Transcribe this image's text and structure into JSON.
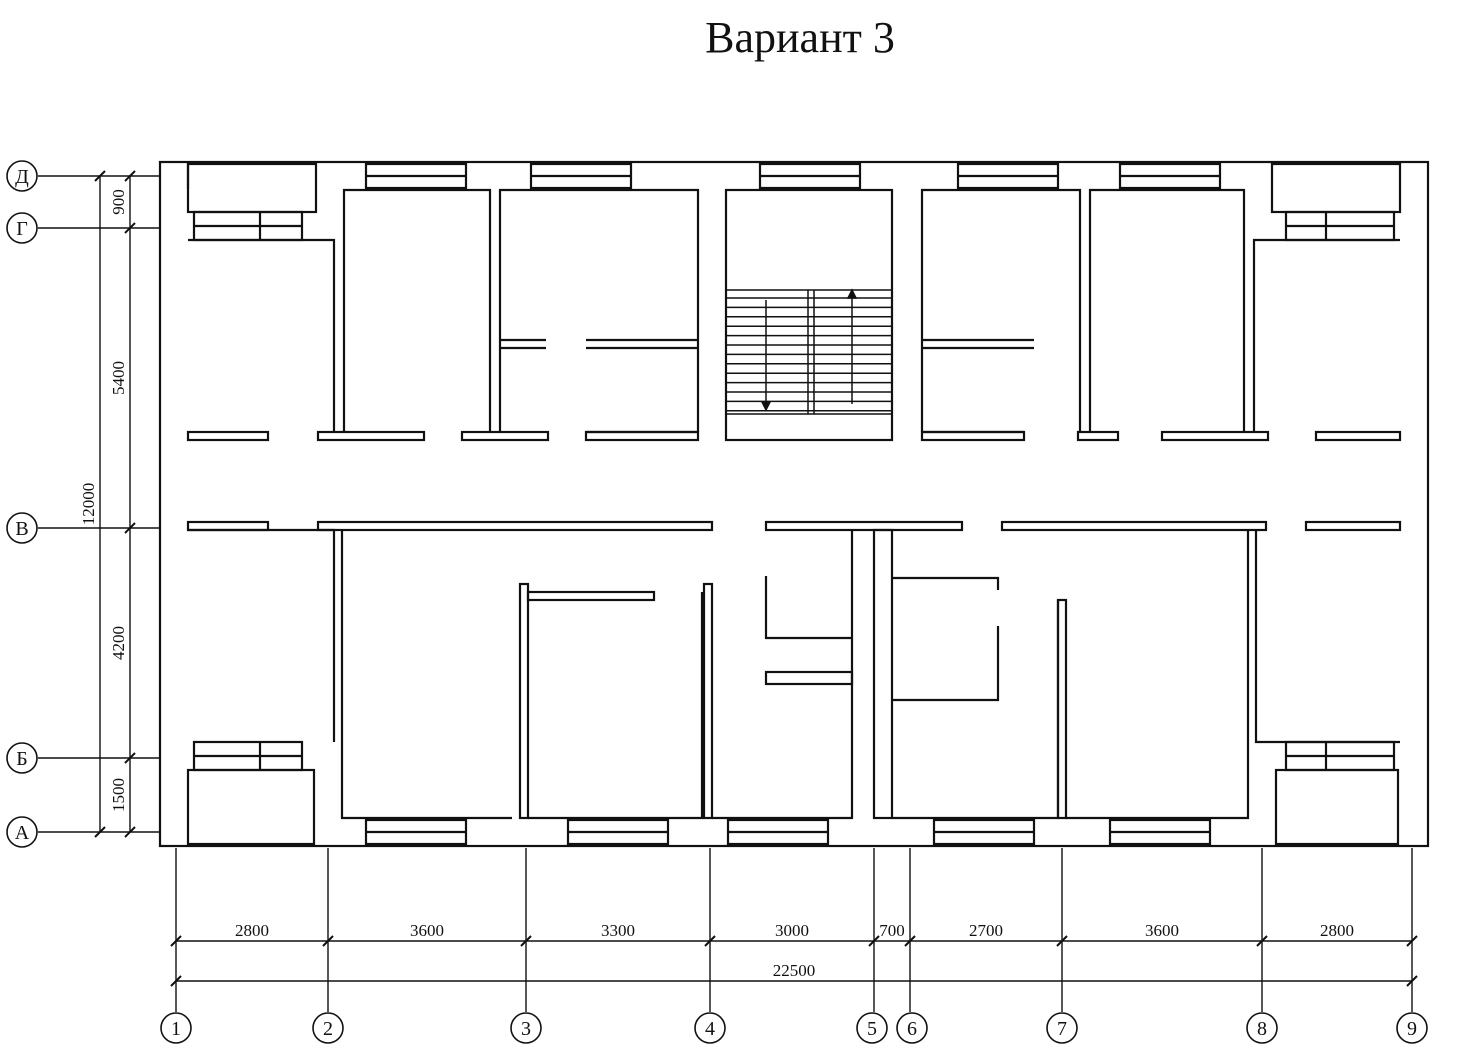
{
  "title": "Вариант 3",
  "row_axes": [
    {
      "label": "Д"
    },
    {
      "label": "Г"
    },
    {
      "label": "В"
    },
    {
      "label": "Б"
    },
    {
      "label": "А"
    }
  ],
  "column_axes": [
    {
      "label": "1"
    },
    {
      "label": "2"
    },
    {
      "label": "3"
    },
    {
      "label": "4"
    },
    {
      "label": "5"
    },
    {
      "label": "6"
    },
    {
      "label": "7"
    },
    {
      "label": "8"
    },
    {
      "label": "9"
    }
  ],
  "vertical_dimensions": {
    "segments": [
      "900",
      "5400",
      "4200",
      "1500"
    ],
    "total": "12000"
  },
  "horizontal_dimensions": {
    "segments": [
      "2800",
      "3600",
      "3300",
      "3000",
      "700",
      "2700",
      "3600",
      "2800"
    ],
    "total": "22500"
  }
}
